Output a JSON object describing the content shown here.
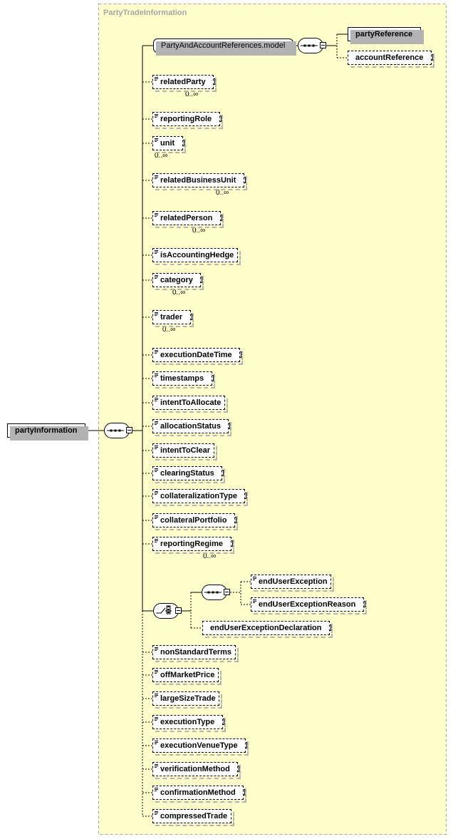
{
  "complex_type": "PartyTradeInformation",
  "root": {
    "label": "partyInformation"
  },
  "group_ref": {
    "label": "PartyAndAccountReferences.model"
  },
  "group_children": [
    {
      "label": "partyReference",
      "optional": false,
      "expandable": true
    },
    {
      "label": "accountReference",
      "optional": true,
      "expandable": true
    }
  ],
  "elements": [
    {
      "label": "relatedParty",
      "expandable": true,
      "occurs": "0..∞"
    },
    {
      "label": "reportingRole",
      "expandable": true,
      "occurs": ""
    },
    {
      "label": "unit",
      "expandable": true,
      "occurs": "0..∞"
    },
    {
      "label": "relatedBusinessUnit",
      "expandable": true,
      "occurs": "0..∞"
    },
    {
      "label": "relatedPerson",
      "expandable": true,
      "occurs": "0..∞"
    },
    {
      "label": "isAccountingHedge",
      "expandable": false,
      "occurs": ""
    },
    {
      "label": "category",
      "expandable": true,
      "occurs": "0..∞"
    },
    {
      "label": "trader",
      "expandable": true,
      "occurs": "0..∞"
    },
    {
      "label": "executionDateTime",
      "expandable": true,
      "occurs": ""
    },
    {
      "label": "timestamps",
      "expandable": true,
      "occurs": ""
    },
    {
      "label": "intentToAllocate",
      "expandable": false,
      "occurs": ""
    },
    {
      "label": "allocationStatus",
      "expandable": true,
      "occurs": ""
    },
    {
      "label": "intentToClear",
      "expandable": false,
      "occurs": ""
    },
    {
      "label": "clearingStatus",
      "expandable": true,
      "occurs": ""
    },
    {
      "label": "collateralizationType",
      "expandable": true,
      "occurs": ""
    },
    {
      "label": "collateralPortfolio",
      "expandable": true,
      "occurs": ""
    },
    {
      "label": "reportingRegime",
      "expandable": true,
      "occurs": "0..∞"
    }
  ],
  "choice_children": [
    {
      "label": "endUserException",
      "expandable": false
    },
    {
      "label": "endUserExceptionReason",
      "expandable": true
    },
    {
      "label": "endUserExceptionDeclaration",
      "expandable": true
    }
  ],
  "elements_after": [
    {
      "label": "nonStandardTerms",
      "expandable": false
    },
    {
      "label": "offMarketPrice",
      "expandable": false
    },
    {
      "label": "largeSizeTrade",
      "expandable": false
    },
    {
      "label": "executionType",
      "expandable": true
    },
    {
      "label": "executionVenueType",
      "expandable": true
    },
    {
      "label": "verificationMethod",
      "expandable": true
    },
    {
      "label": "confirmationMethod",
      "expandable": true
    },
    {
      "label": "compressedTrade",
      "expandable": false
    }
  ],
  "colors": {
    "type_fill": "#ffffcc",
    "type_border": "#a6a6a6",
    "node_fill": "#ffffff",
    "shadow": "#b3b3b3",
    "line": "#000000"
  }
}
